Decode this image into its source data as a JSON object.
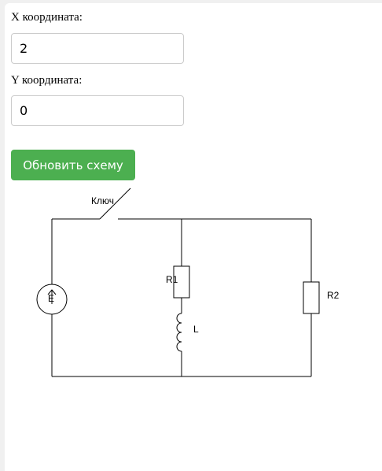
{
  "form": {
    "x_label": "X координата:",
    "x_value": "2",
    "y_label": "Y координата:",
    "y_value": "0",
    "update_button_label": "Обновить схему"
  },
  "circuit": {
    "switch_label": "Ключ",
    "source_label": "E",
    "r1_label": "R1",
    "r2_label": "R2",
    "inductor_label": "L",
    "source_icon": "arrow-up-icon"
  }
}
